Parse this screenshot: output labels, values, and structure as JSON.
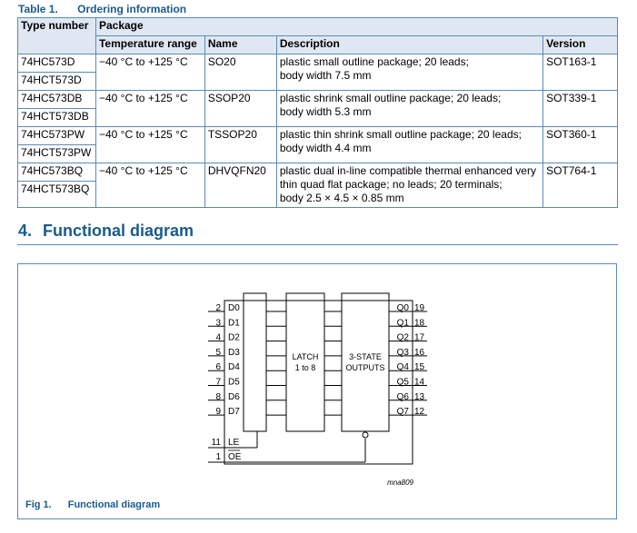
{
  "table": {
    "caption_num": "Table 1.",
    "caption_title": "Ordering information",
    "header": {
      "type_number": "Type number",
      "package": "Package",
      "temperature_range": "Temperature range",
      "name": "Name",
      "description": "Description",
      "version": "Version"
    },
    "rows": [
      {
        "types": [
          "74HC573D",
          "74HCT573D"
        ],
        "temp": "−40 °C to +125 °C",
        "name": "SO20",
        "description": [
          "plastic small outline package; 20 leads;",
          "body width 7.5 mm"
        ],
        "version": "SOT163-1"
      },
      {
        "types": [
          "74HC573DB",
          "74HCT573DB"
        ],
        "temp": "−40 °C to +125 °C",
        "name": "SSOP20",
        "description": [
          "plastic shrink small outline package; 20 leads;",
          "body width 5.3 mm"
        ],
        "version": "SOT339-1"
      },
      {
        "types": [
          "74HC573PW",
          "74HCT573PW"
        ],
        "temp": "−40 °C to +125 °C",
        "name": "TSSOP20",
        "description": [
          "plastic thin shrink small outline package; 20 leads;",
          "body width 4.4 mm"
        ],
        "version": "SOT360-1"
      },
      {
        "types": [
          "74HC573BQ",
          "74HCT573BQ"
        ],
        "temp": "−40 °C to +125 °C",
        "name": "DHVQFN20",
        "description": [
          "plastic dual in-line compatible thermal enhanced very",
          "thin quad flat package; no leads; 20 terminals;",
          "body 2.5 × 4.5 × 0.85 mm"
        ],
        "version": "SOT764-1"
      }
    ]
  },
  "section": {
    "num": "4.",
    "title": "Functional diagram"
  },
  "diagram": {
    "inputs": [
      {
        "pin": "2",
        "label": "D0"
      },
      {
        "pin": "3",
        "label": "D1"
      },
      {
        "pin": "4",
        "label": "D2"
      },
      {
        "pin": "5",
        "label": "D3"
      },
      {
        "pin": "6",
        "label": "D4"
      },
      {
        "pin": "7",
        "label": "D5"
      },
      {
        "pin": "8",
        "label": "D6"
      },
      {
        "pin": "9",
        "label": "D7"
      }
    ],
    "outputs": [
      {
        "pin": "19",
        "label": "Q0"
      },
      {
        "pin": "18",
        "label": "Q1"
      },
      {
        "pin": "17",
        "label": "Q2"
      },
      {
        "pin": "16",
        "label": "Q3"
      },
      {
        "pin": "15",
        "label": "Q4"
      },
      {
        "pin": "14",
        "label": "Q5"
      },
      {
        "pin": "13",
        "label": "Q6"
      },
      {
        "pin": "12",
        "label": "Q7"
      }
    ],
    "control": [
      {
        "pin": "11",
        "label": "LE"
      },
      {
        "pin": "1",
        "label": "OE"
      }
    ],
    "latch_label": [
      "LATCH",
      "1 to 8"
    ],
    "outputs_label": [
      "3-STATE",
      "OUTPUTS"
    ],
    "code": "mna809"
  },
  "figure": {
    "num": "Fig 1.",
    "title": "Functional diagram"
  }
}
